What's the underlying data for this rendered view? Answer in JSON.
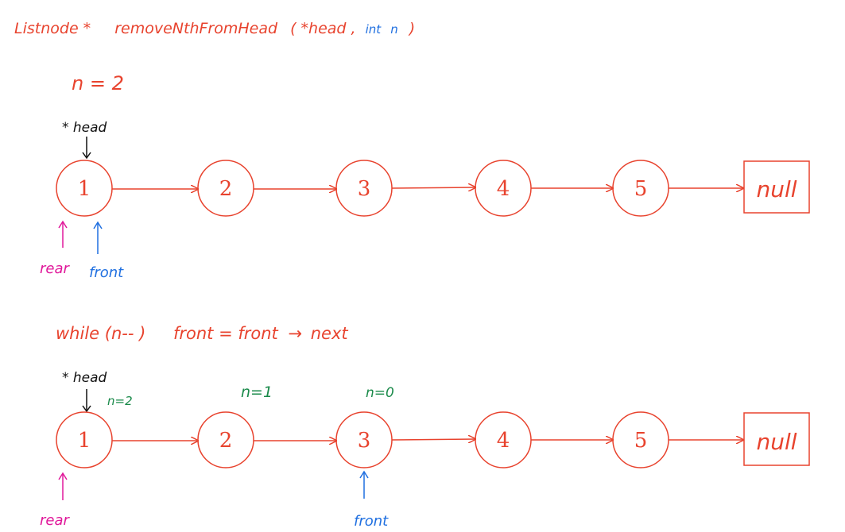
{
  "colors": {
    "red": "#e8432e",
    "blue": "#1f6fe0",
    "magenta": "#e0189a",
    "green": "#1a8a4a",
    "black": "#111111"
  },
  "signature": {
    "prefix": "Listnode *",
    "name": "removeNthFromHead",
    "params_start": "( *head ,",
    "int_kw": "int",
    "param_n": "n",
    "params_end": ")"
  },
  "n_assign": "n = 2",
  "loop": {
    "while_text": "while (n-- )",
    "body_text": "front = front",
    "arrow": "→",
    "next_text": "next"
  },
  "head_label": "* head",
  "rear_label": "rear",
  "front_label": "front",
  "null_label": "null",
  "nodes": [
    "1",
    "2",
    "3",
    "4",
    "5"
  ],
  "step_labels": [
    "n=2",
    "n=1",
    "n=0"
  ]
}
